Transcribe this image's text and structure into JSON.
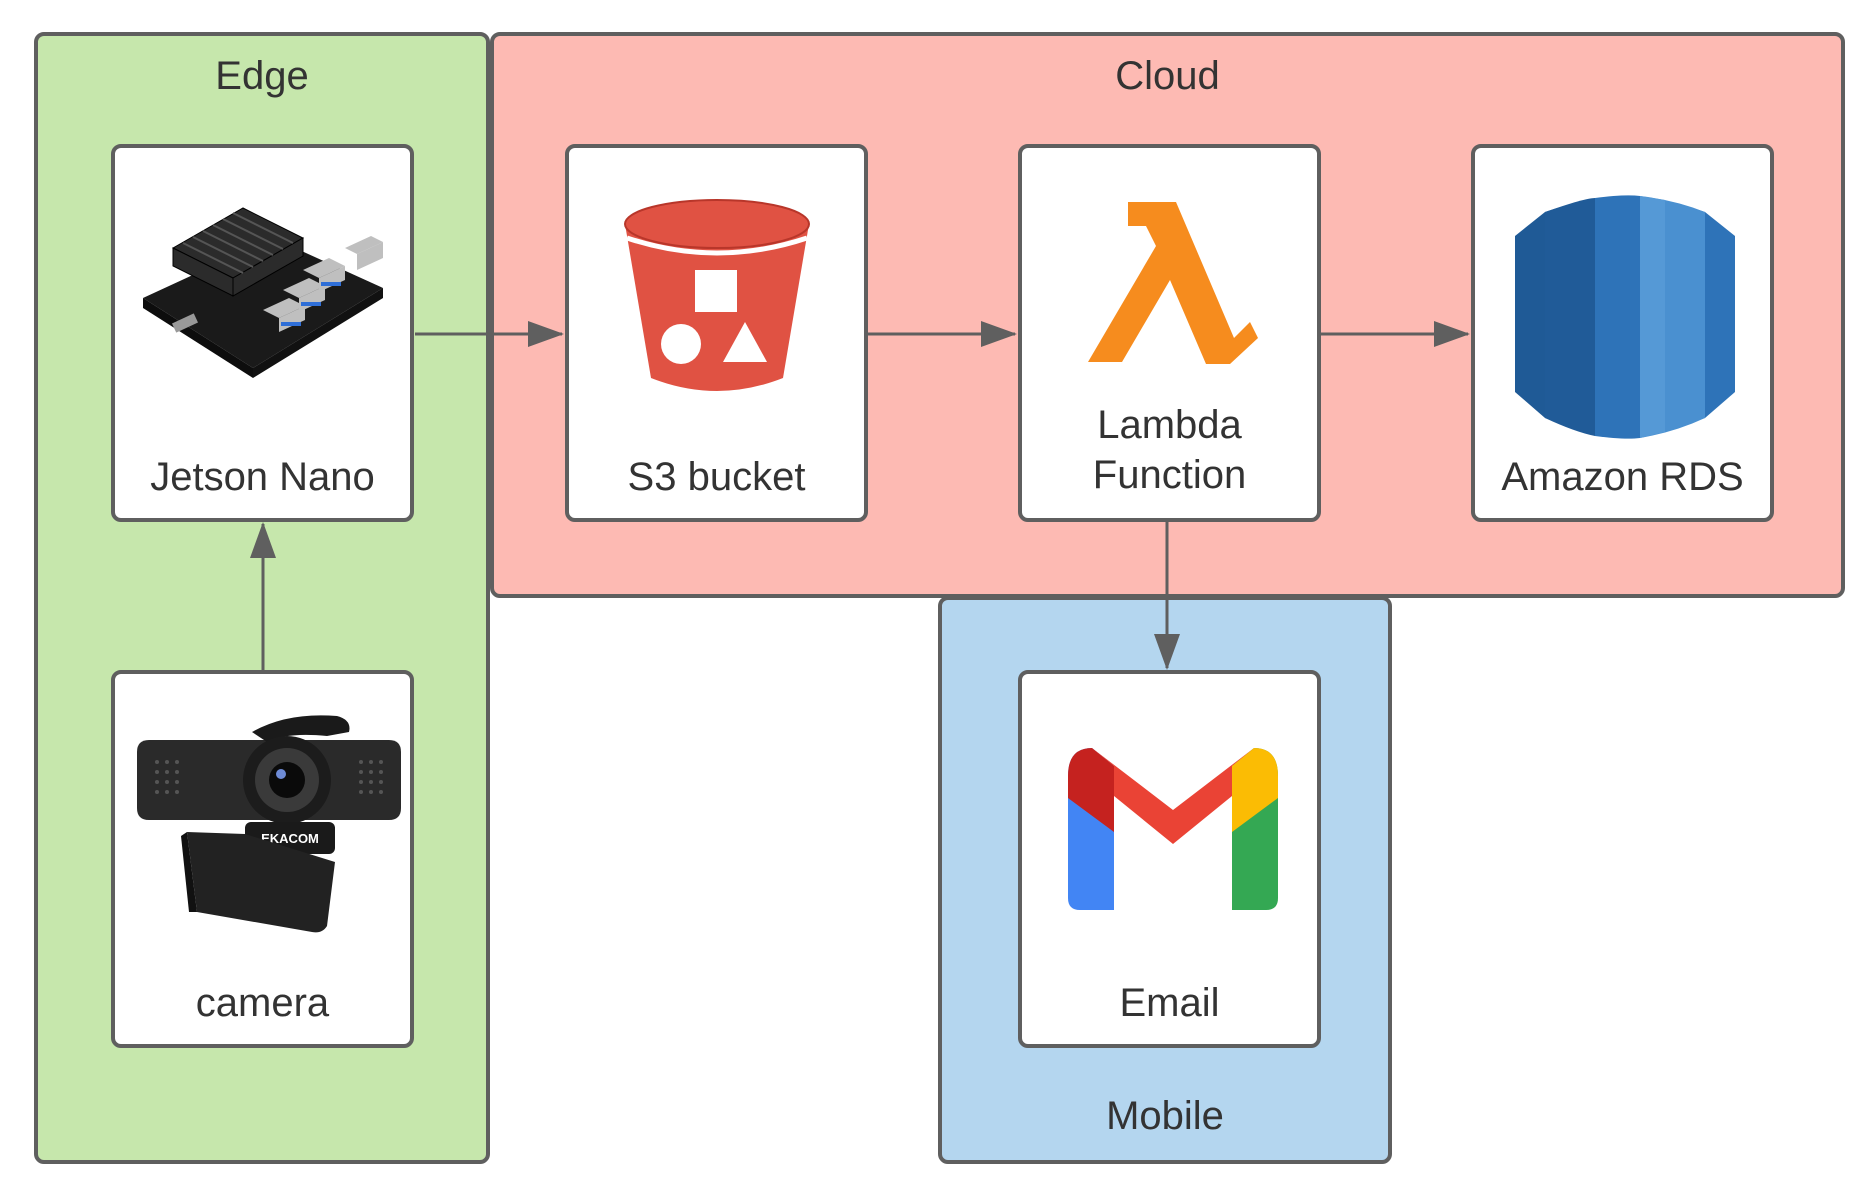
{
  "groups": {
    "edge": "Edge",
    "cloud": "Cloud",
    "mobile": "Mobile"
  },
  "nodes": {
    "jetson": "Jetson Nano",
    "camera": "camera",
    "s3": "S3 bucket",
    "lambda_line1": "Lambda",
    "lambda_line2": "Function",
    "rds": "Amazon RDS",
    "email": "Email"
  },
  "camera_brand": "EKACOM",
  "colors": {
    "edge_fill": "#c6e7ac",
    "cloud_fill": "#fdbab3",
    "mobile_fill": "#b4d6ef",
    "stroke": "#5f5f5f",
    "s3_red": "#e05243",
    "lambda_orange": "#f68c1e",
    "rds_blue": "#2e73b8"
  },
  "icons": {
    "jetson": "jetson-nano-board-icon",
    "camera": "webcam-icon",
    "s3": "s3-bucket-icon",
    "lambda": "lambda-icon",
    "rds": "rds-database-icon",
    "email": "gmail-icon"
  }
}
